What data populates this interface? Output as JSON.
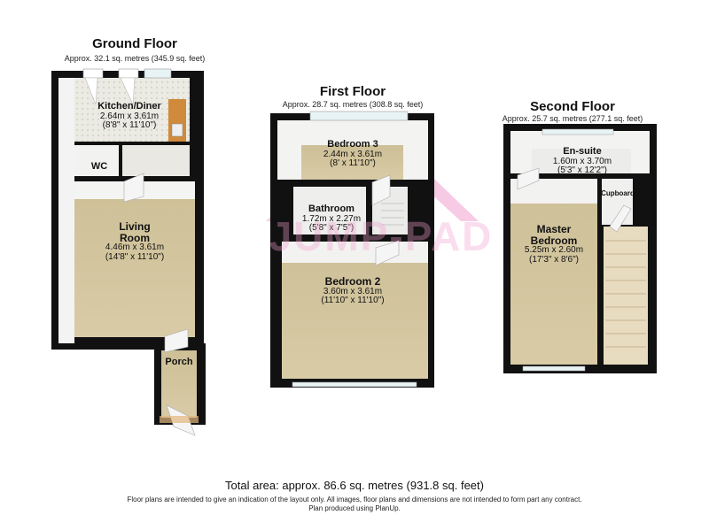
{
  "floors": {
    "ground": {
      "title": "Ground Floor",
      "area": "Approx. 32.1 sq. metres (345.9 sq. feet)",
      "rooms": {
        "kitchen": {
          "name": "Kitchen/Diner",
          "dims": "2.64m x 3.61m",
          "imperial": "(8'8\" x 11'10\")"
        },
        "wc": {
          "name": "WC"
        },
        "living": {
          "name": "Living",
          "name2": "Room",
          "dims": "4.46m x 3.61m",
          "imperial": "(14'8\" x 11'10\")"
        },
        "porch": {
          "name": "Porch"
        }
      }
    },
    "first": {
      "title": "First Floor",
      "area": "Approx. 28.7 sq. metres (308.8 sq. feet)",
      "rooms": {
        "bedroom3": {
          "name": "Bedroom 3",
          "dims": "2.44m x 3.61m",
          "imperial": "(8' x 11'10\")"
        },
        "bathroom": {
          "name": "Bathroom",
          "dims": "1.72m x 2.27m",
          "imperial": "(5'8\" x 7'5\")"
        },
        "bedroom2": {
          "name": "Bedroom 2",
          "dims": "3.60m x 3.61m",
          "imperial": "(11'10\" x 11'10\")"
        }
      }
    },
    "second": {
      "title": "Second Floor",
      "area": "Approx. 25.7 sq. metres (277.1 sq. feet)",
      "rooms": {
        "ensuite": {
          "name": "En-suite",
          "dims": "1.60m x 3.70m",
          "imperial": "(5'3\" x 12'2\")"
        },
        "cupboard": {
          "name": "Cupboard"
        },
        "master": {
          "name": "Master",
          "name2": "Bedroom",
          "dims": "5.25m x 2.60m",
          "imperial": "(17'3\" x 8'6\")"
        }
      }
    }
  },
  "watermark": {
    "text": "JUMP-PAD",
    "color": "#f2a0cf"
  },
  "colors": {
    "wall": "#111111",
    "floor": "#d3c59d",
    "kitchen_floor": "#ecebe3",
    "worktop": "#d08a3c",
    "wall_inner": "#f3f3f3"
  },
  "footer": {
    "total": "Total area: approx. 86.6 sq. metres (931.8 sq. feet)",
    "disclaimer": "Floor plans are intended to give an indication of the layout only. All images, floor plans and dimensions are not intended to form part any contract.",
    "credit": "Plan produced using PlanUp."
  }
}
